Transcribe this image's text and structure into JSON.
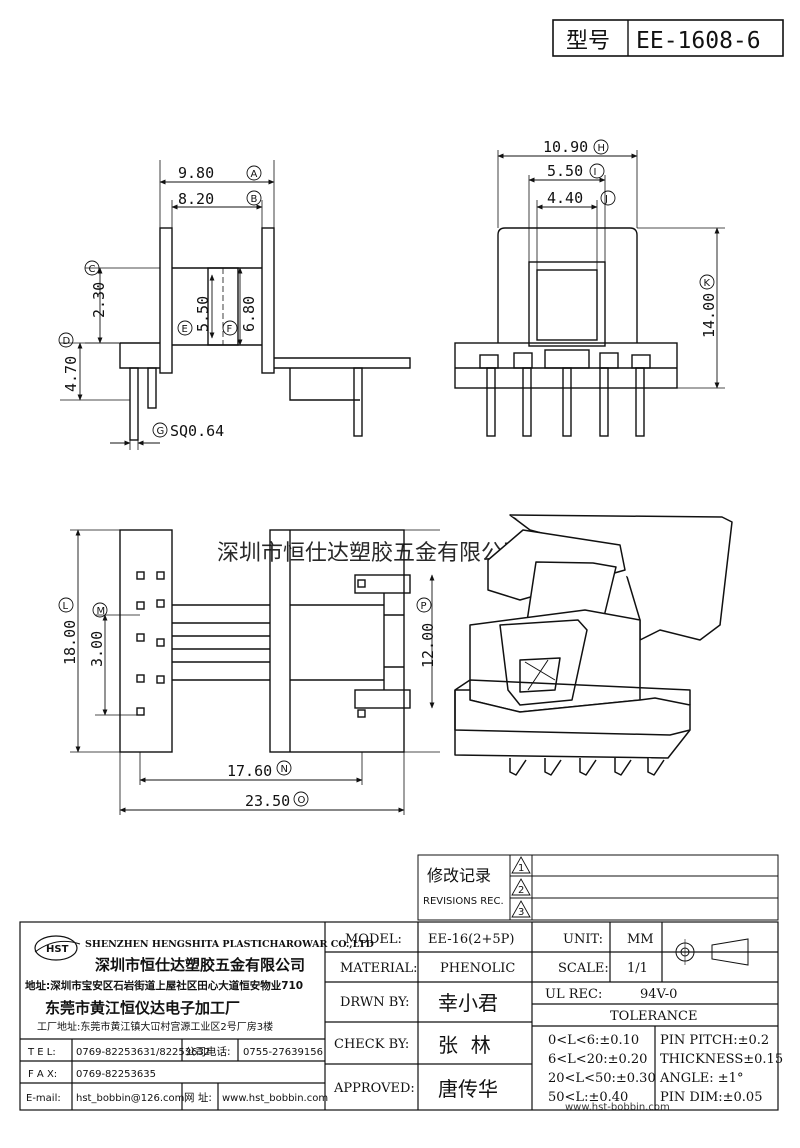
{
  "header": {
    "model_label": "型号",
    "model_value": "EE-1608-6"
  },
  "watermark_top": "深圳市恒仕达塑胶五金有限公司",
  "watermark_bottom": "www.hst-bobbin.com",
  "dims": {
    "A": {
      "value": "9.80",
      "letter": "A"
    },
    "B": {
      "value": "8.20",
      "letter": "B"
    },
    "C": {
      "value": "2.30",
      "letter": "C"
    },
    "D": {
      "value": "4.70",
      "letter": "D"
    },
    "E": {
      "value": "5.50",
      "letter": "E"
    },
    "F": {
      "value": "6.80",
      "letter": "F"
    },
    "G": {
      "value": "SQ0.64",
      "letter": "G"
    },
    "H": {
      "value": "10.90",
      "letter": "H"
    },
    "I": {
      "value": "5.50",
      "letter": "I"
    },
    "J": {
      "value": "4.40",
      "letter": "J"
    },
    "K": {
      "value": "14.00",
      "letter": "K"
    },
    "L": {
      "value": "18.00",
      "letter": "L"
    },
    "M": {
      "value": "3.00",
      "letter": "M"
    },
    "N": {
      "value": "17.60",
      "letter": "N"
    },
    "O": {
      "value": "23.50",
      "letter": "O"
    },
    "P": {
      "value": "12.00",
      "letter": "P"
    }
  },
  "revisions": {
    "title": "修改记录",
    "subtitle": "REVISIONS REC.",
    "marks": [
      "1",
      "2",
      "3"
    ]
  },
  "company": {
    "logo": "HST",
    "name_en": "SHENZHEN HENGSHITA PLASTICHAROWAR CO.,LTD",
    "name_cn": "深圳市恒仕达塑胶五金有限公司",
    "address": "地址:深圳市宝安区石岩街道上屋社区田心大道恒安物业710",
    "factory": "东莞市黄江恒仪达电子加工厂",
    "factory_address": "工厂地址:东莞市黄江镇大冚村宫源工业区2号厂房3楼"
  },
  "contact": {
    "tel_label": "T E L:",
    "tel": "0769-82253631/82253632",
    "office_label": "公司电话:",
    "office": "0755-27639156",
    "fax_label": "F A X:",
    "fax": "0769-82253635",
    "email_label": "E-mail:",
    "email": "hst_bobbin@126.com",
    "web_label": "网 址:",
    "web": "www.hst_bobbin.com"
  },
  "specs": {
    "model_label": "MODEL:",
    "model": "EE-16(2+5P)",
    "unit_label": "UNIT:",
    "unit": "MM",
    "material_label": "MATERIAL:",
    "material": "PHENOLIC",
    "scale_label": "SCALE:",
    "scale": "1/1",
    "drawn_label": "DRWN BY:",
    "drawn": "幸小君",
    "ul_label": "UL REC:",
    "ul": "94V-0",
    "check_label": "CHECK BY:",
    "check": "张  林",
    "approved_label": "APPROVED:",
    "approved": "唐传华",
    "tolerance_label": "TOLERANCE",
    "tol_left": [
      "0<L<6:±0.10",
      "6<L<20:±0.20",
      "20<L<50:±0.30",
      "50<L:±0.40"
    ],
    "tol_right": [
      "PIN PITCH:±0.2",
      "THICKNESS±0.15",
      "ANGLE: ±1°",
      "PIN DIM:±0.05"
    ]
  }
}
